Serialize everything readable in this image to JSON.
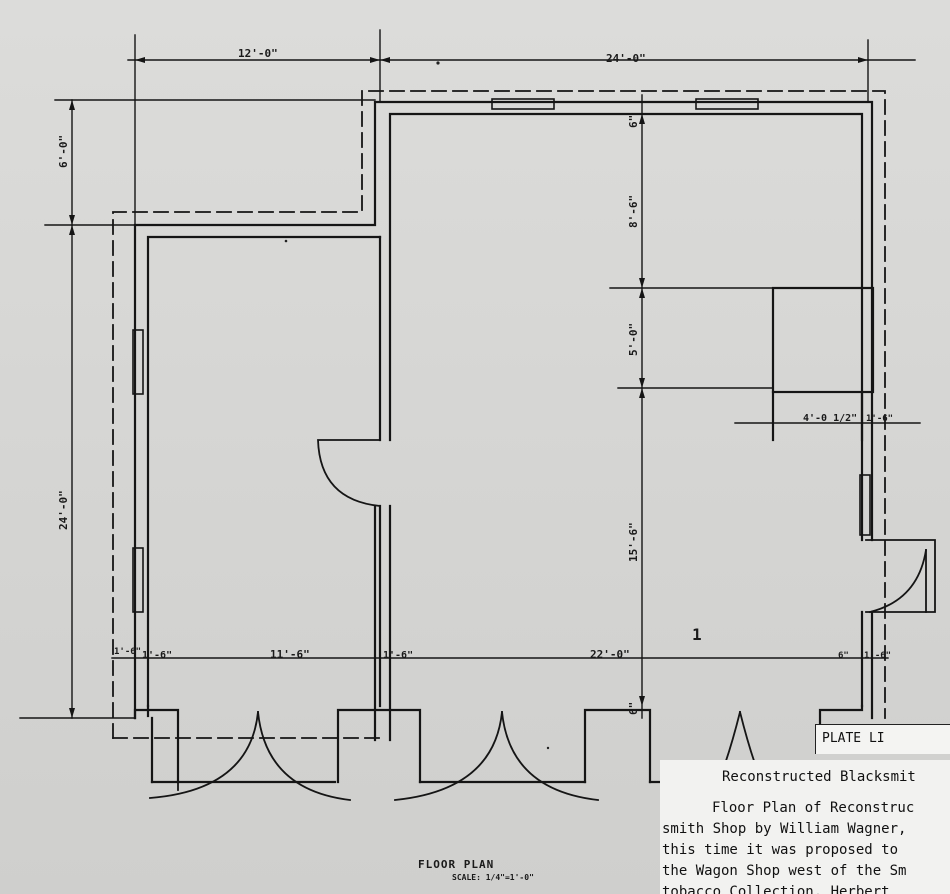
{
  "dimensions": {
    "top_left": "12'-0\"",
    "top_right": "24'-0\"",
    "left_upper": "6'-0\"",
    "left_main": "24'-0\"",
    "right_upper": "8'-6\"",
    "right_mid": "5'-0\"",
    "right_lower": "15'-6\"",
    "bottom_left_wall": "1'-6\"",
    "bottom_left_inner": "1'-6\"",
    "bottom_left_span": "11'-6\"",
    "bottom_mid_wall": "1'-6\"",
    "bottom_right_span": "22'-0\"",
    "bottom_right_wall": "6\"",
    "bottom_right_end": "1'-6\"",
    "chimney_width": "4'-0 1/2\"",
    "chimney_offset": "1'-6\"",
    "top_inner": "6\"",
    "bottom_inner": "6\""
  },
  "drawing": {
    "title": "FLOOR PLAN",
    "scale": "SCALE: 1/4\"=1'-0\"",
    "mark": "1"
  },
  "plate": {
    "label": "PLATE LI",
    "title": "Reconstructed Blacksmit",
    "lines": [
      "Floor Plan of Reconstruc",
      "smith Shop by William Wagner,",
      "this time it was proposed to",
      "the Wagon Shop west of the Sm",
      "tobacco Collection. Herbert"
    ]
  }
}
